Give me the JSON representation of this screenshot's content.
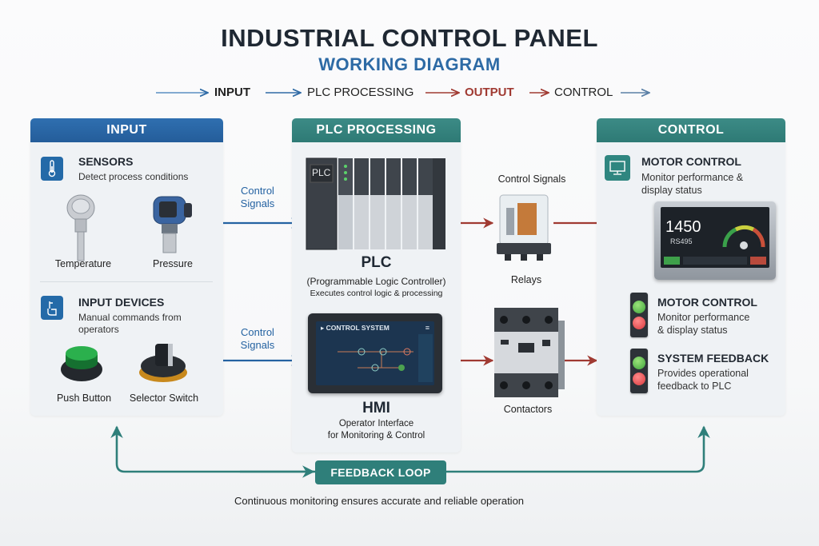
{
  "header": {
    "title": "INDUSTRIAL CONTROL PANEL",
    "subtitle": "WORKING DIAGRAM"
  },
  "flow": {
    "steps": [
      "INPUT",
      "PLC PROCESSING",
      "OUTPUT",
      "CONTROL"
    ]
  },
  "input_panel": {
    "header": "INPUT",
    "sensors": {
      "icon": "thermometer-icon",
      "title": "SENSORS",
      "desc": "Detect process conditions",
      "items": [
        "Temperature",
        "Pressure"
      ]
    },
    "devices": {
      "icon": "hand-press-icon",
      "title": "INPUT DEVICES",
      "desc_line1": "Manual commands from",
      "desc_line2": "operators",
      "items": [
        "Push Button",
        "Selector Switch"
      ]
    }
  },
  "signals": {
    "label_line1": "Control",
    "label_line2": "Signals",
    "output_label": "Control Signals"
  },
  "plc_panel": {
    "header": "PLC PROCESSING",
    "plc": {
      "device_label": "PLC",
      "title": "PLC",
      "subtitle": "(Programmable Logic Controller)",
      "desc": "Executes control logic & processing"
    },
    "hmi": {
      "screen_title": "CONTROL SYSTEM",
      "title": "HMI",
      "desc_line1": "Operator Interface",
      "desc_line2": "for Monitoring & Control"
    }
  },
  "output": {
    "relays": "Relays",
    "contactors": "Contactors"
  },
  "control_panel": {
    "header": "CONTROL",
    "motor_control": {
      "icon": "monitor-icon",
      "title": "MOTOR CONTROL",
      "desc_line1": "Monitor performance &",
      "desc_line2": "display status"
    },
    "display": {
      "value": "1450",
      "unit": "RS495"
    },
    "motor_control_2": {
      "title": "MOTOR CONTROL",
      "desc_line1": "Monitor performance",
      "desc_line2": "& display status"
    },
    "system_feedback": {
      "title": "SYSTEM FEEDBACK",
      "desc_line1": "Provides operational",
      "desc_line2": "feedback to PLC"
    }
  },
  "feedback": {
    "label": "FEEDBACK LOOP",
    "note": "Continuous monitoring ensures accurate and reliable operation"
  },
  "colors": {
    "blue": "#2563a2",
    "teal": "#2f7f7a",
    "red": "#a03a32",
    "title": "#1f2833"
  }
}
